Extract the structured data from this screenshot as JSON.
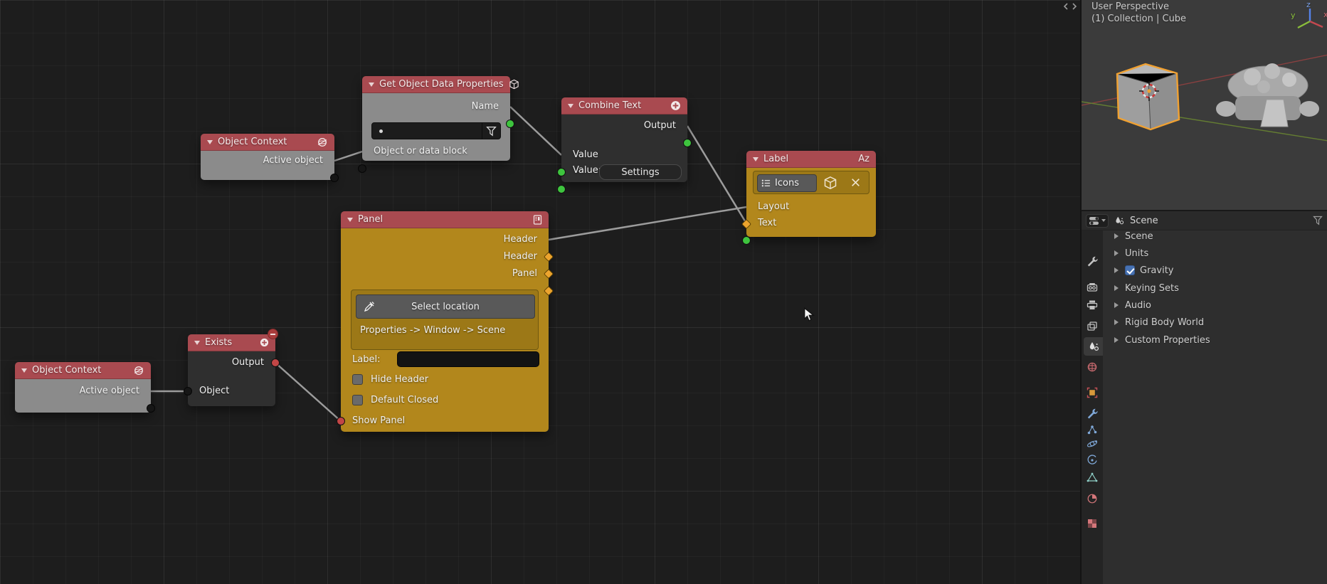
{
  "colors": {
    "header_red": "#a94a50",
    "node_yellow": "#b2871c",
    "node_gray": "#8b8b8b",
    "node_dark": "#2f2f2f",
    "socket_green": "#3ec43e",
    "socket_orange": "#eca42e",
    "socket_red": "#c24646",
    "gravity_checkbox_blue": "#4772b3",
    "selection_orange": "#f0a132"
  },
  "icons": {
    "az": "Az",
    "collapse_triangle": "triangle-down",
    "cube": "cube-outline",
    "globe": "globe-orbit",
    "plus_circle": "plus-in-circle",
    "minus_badge": "minus-in-circle",
    "funnel": "filter-funnel",
    "eyedropper": "eyedropper",
    "list": "list-items",
    "close": "x"
  },
  "nodes": {
    "object_context_top": {
      "title": "Object Context",
      "output": "Active object"
    },
    "get_object_data": {
      "title": "Get Object Data Properties",
      "output": "Name",
      "field_value": "",
      "input": "Object or data block"
    },
    "combine_text": {
      "title": "Combine Text",
      "output": "Output",
      "input1": "Value",
      "input2_label": "Value:",
      "input2_value": "Settings"
    },
    "label": {
      "title": "Label",
      "icons_button": "Icons",
      "inputs": [
        "Layout",
        "Text"
      ]
    },
    "panel": {
      "title": "Panel",
      "outputs": [
        "Header",
        "Header",
        "Panel"
      ],
      "select_location_button": "Select location",
      "location_path": "Properties -> Window -> Scene",
      "label_field_label": "Label:",
      "label_field_value": "",
      "checkbox_hide_header": "Hide Header",
      "checkbox_default_closed": "Default Closed",
      "input": "Show Panel"
    },
    "exists": {
      "title": "Exists",
      "output": "Output",
      "input": "Object"
    },
    "object_context_bottom": {
      "title": "Object Context",
      "output": "Active object"
    }
  },
  "viewport": {
    "mode_label": "User Perspective",
    "breadcrumb": "(1) Collection | Cube",
    "axis": {
      "x": "x",
      "y": "y",
      "z": "z"
    }
  },
  "properties": {
    "breadcrumb": "Scene",
    "rows": [
      {
        "label": "Scene"
      },
      {
        "label": "Units"
      },
      {
        "label": "Gravity",
        "checked": true
      },
      {
        "label": "Keying Sets"
      },
      {
        "label": "Audio"
      },
      {
        "label": "Rigid Body World"
      },
      {
        "label": "Custom Properties"
      }
    ]
  }
}
